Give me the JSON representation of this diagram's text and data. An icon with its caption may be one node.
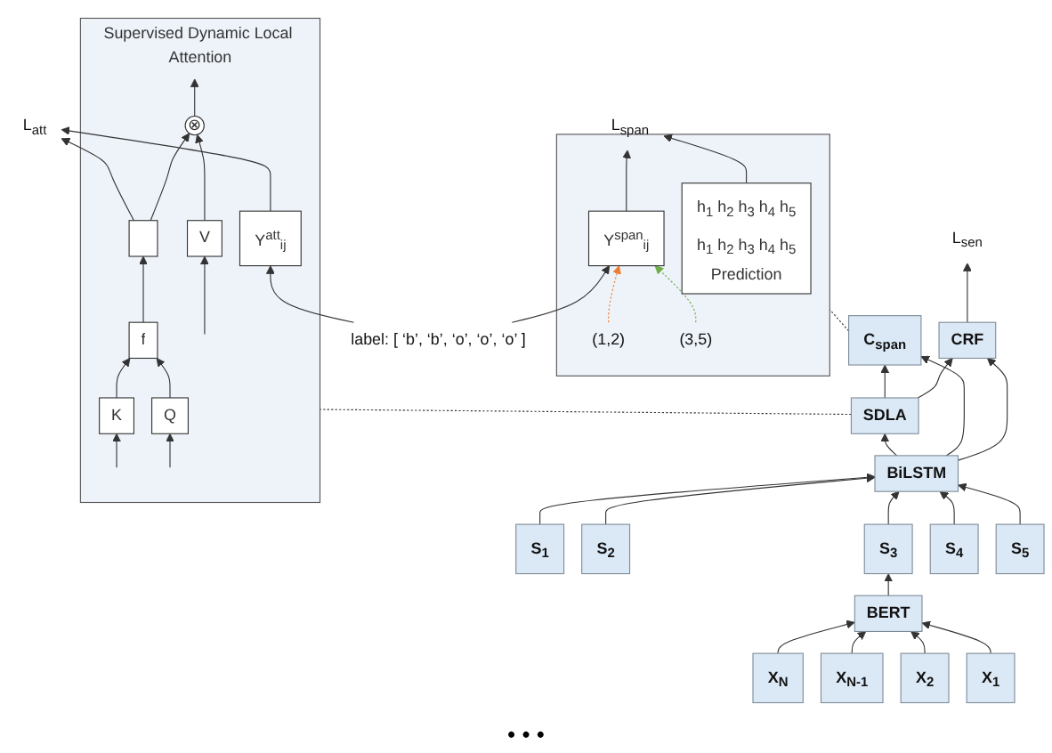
{
  "diagram": {
    "nodes": [
      {
        "text": [
          "L$_{sen}$"
        ]
      },
      {
        "text": [
          "CRF"
        ]
      },
      {
        "text": [
          "C$_{span}$"
        ]
      },
      {
        "text": [
          "SDLA"
        ]
      },
      {
        "text": [
          "BiLSTM"
        ]
      },
      {
        "text": [
          "S$_{1}$"
        ]
      },
      {
        "text": [
          "S$_{2}$"
        ]
      },
      {
        "text": [
          "S$_{3}$"
        ]
      },
      {
        "text": [
          "S$_{4}$"
        ]
      },
      {
        "text": [
          "S$_{5}$"
        ]
      },
      {
        "text": [
          "BERT"
        ]
      },
      {
        "text": [
          "X$_{1}$"
        ]
      },
      {
        "text": [
          "X$_{2}$"
        ]
      },
      {
        "text": [
          "X$_{N-1}$"
        ]
      },
      {
        "text": [
          "X$_{N}$"
        ]
      },
      {
        "text": [
          "L$_{span}$"
        ]
      },
      {
        "text": [],
        "shape": "box"
      },
      {
        "text": [
          "h$_{1}$ h$_{2}$ h$_{3}$ h$_{4}$ h$_{5}$",
          "h$_{1}$ h$_{2}$ h$_{3}$ h$_{4}$ h$_{5}$",
          "Prediction"
        ],
        "in": 16
      },
      {
        "text": [
          "Y$^{span}$$_{ij}$"
        ],
        "in": 16
      },
      {
        "text": [
          "(1,2)"
        ],
        "in": 16
      },
      {
        "text": [
          "(3,5)"
        ],
        "in": 16
      },
      {
        "text": [
          "label: [ ‘b’, ‘b’, ‘o’, ‘o’, ‘o’ ]"
        ]
      },
      {
        "text": [
          "Supervised Dynamic Local Attention"
        ]
      },
      {
        "text": [
          "⊗"
        ],
        "in": 22
      },
      {
        "text": [
          "V"
        ],
        "in": 22
      },
      {
        "text": [
          "K"
        ],
        "in": 22
      },
      {
        "text": [
          "Q"
        ],
        "in": 22
      },
      {
        "text": [
          "f"
        ],
        "in": 22
      },
      {
        "text": [
          "Y$^{att}$$_{ij}$"
        ],
        "in": 22
      },
      {
        "text": [],
        "shape": "box",
        "in": 22
      },
      {
        "text": [
          "L$_{att}$"
        ]
      }
    ],
    "edges": [
      {
        "from": 1,
        "to": 0,
        "arrow": "to"
      },
      {
        "from": 3,
        "to": 1,
        "arrow": "to"
      },
      {
        "from": 3,
        "to": 2,
        "arrow": "to"
      },
      {
        "from": 4,
        "to": 1,
        "arrow": "to"
      },
      {
        "from": 4,
        "to": 2,
        "arrow": "to"
      },
      {
        "from": 4,
        "to": 3,
        "arrow": "to"
      },
      {
        "from": 5,
        "to": 4,
        "arrow": "to"
      },
      {
        "from": 6,
        "to": 4,
        "arrow": "to"
      },
      {
        "from": 7,
        "to": 4,
        "arrow": "to"
      },
      {
        "from": 8,
        "to": 4,
        "arrow": "to"
      },
      {
        "from": 9,
        "to": 4,
        "arrow": "to"
      },
      {
        "from": 10,
        "to": 7,
        "arrow": "to"
      },
      {
        "from": 11,
        "to": 10,
        "arrow": "to"
      },
      {
        "from": 12,
        "to": 10,
        "arrow": "to"
      },
      {
        "from": 13,
        "to": 10,
        "arrow": "to"
      },
      {
        "from": 14,
        "to": 10,
        "arrow": "to"
      },
      {
        "from": 2,
        "to": 16,
        "arrow": "none",
        "style": "dashed"
      },
      {
        "from": 3,
        "to": 22,
        "arrow": "none",
        "style": "dashed"
      },
      {
        "from": 17,
        "to": 15,
        "arrow": "to"
      },
      {
        "from": 18,
        "to": 15,
        "arrow": "to"
      },
      {
        "from": 19,
        "to": 18,
        "arrow": "to",
        "style": "dashed",
        "color": "#ed7d31"
      },
      {
        "from": 20,
        "to": 18,
        "arrow": "to",
        "style": "dashed",
        "color": "#70ad47"
      },
      {
        "from": 21,
        "to": 18,
        "arrow": "to"
      },
      {
        "from": 21,
        "to": 28,
        "arrow": "to"
      },
      {
        "from": null,
        "to": 24,
        "arrow": "to"
      },
      {
        "from": null,
        "to": 25,
        "arrow": "to"
      },
      {
        "from": null,
        "to": 26,
        "arrow": "to"
      },
      {
        "from": 24,
        "to": 23,
        "arrow": "to"
      },
      {
        "from": 29,
        "to": 23,
        "arrow": "to"
      },
      {
        "from": 23,
        "to": null,
        "arrow": "to"
      },
      {
        "from": 25,
        "to": 27,
        "arrow": "to"
      },
      {
        "from": 26,
        "to": 27,
        "arrow": "to"
      },
      {
        "from": 27,
        "to": 29,
        "arrow": "to"
      },
      {
        "from": 28,
        "to": 30,
        "arrow": "to"
      },
      {
        "from": 29,
        "to": 30,
        "arrow": "to"
      }
    ],
    "labels": [
      "• • •"
    ]
  }
}
